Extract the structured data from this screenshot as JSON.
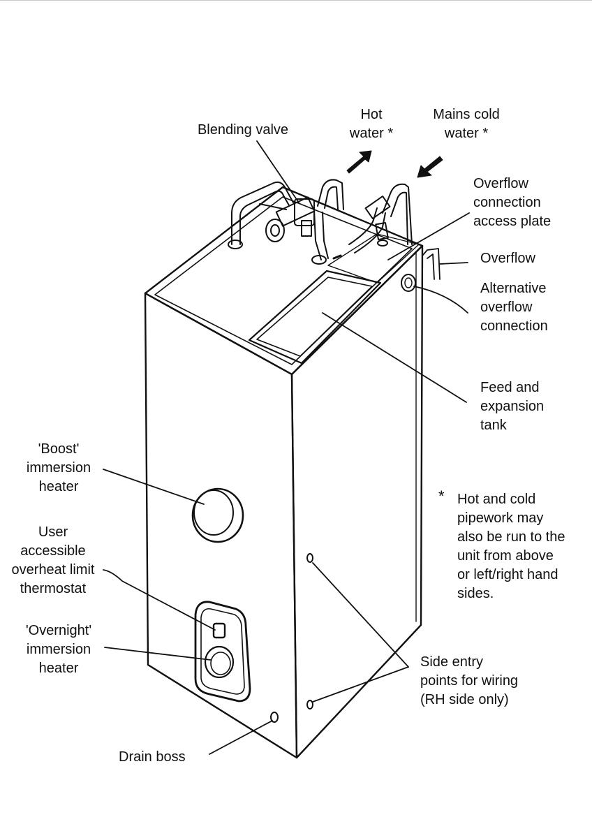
{
  "labels": {
    "blending_valve": "Blending valve",
    "hot_water": "Hot\nwater *",
    "mains_cold_water": "Mains cold\nwater *",
    "overflow_access_plate": "Overflow\nconnection\naccess plate",
    "overflow": "Overflow",
    "alt_overflow": "Alternative\noverflow\nconnection",
    "feed_expansion": "Feed and\nexpansion\ntank",
    "boost_heater": "'Boost'\nimmersion\nheater",
    "overheat_thermostat": "User\naccessible\noverheat limit\nthermostat",
    "overnight_heater": "'Overnight'\nimmersion\nheater",
    "drain_boss": "Drain boss",
    "side_entry": "Side entry\npoints for wiring\n(RH side only)",
    "footnote_marker": "*",
    "footnote_text": "Hot and cold\npipework may\nalso be run to the\nunit from above\nor left/right hand\nsides."
  },
  "colors": {
    "ink": "#111111",
    "background": "#ffffff",
    "rule": "#c8c8c8"
  }
}
